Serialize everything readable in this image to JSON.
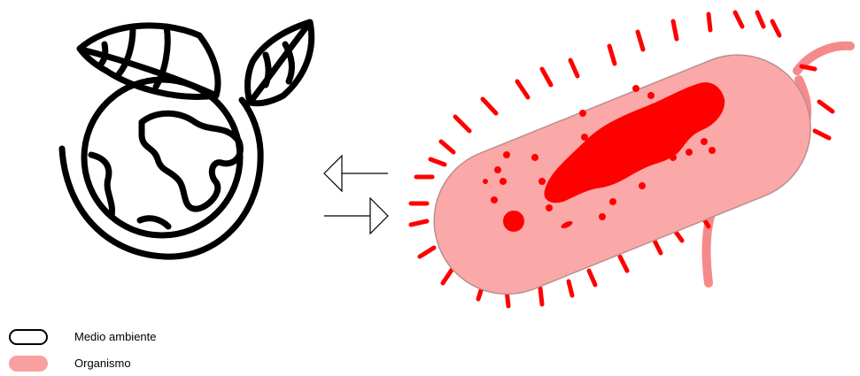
{
  "legend": {
    "items": [
      {
        "label": "Medio ambiente",
        "swatch": "outline",
        "color": "#000000"
      },
      {
        "label": "Organismo",
        "swatch": "fill",
        "color": "#f8a0a0"
      }
    ]
  },
  "colors": {
    "organism_body": "#fba8a8",
    "organism_dark": "#ff0000",
    "flagellum": "#f58a8a",
    "stroke": "#000000"
  },
  "icons": [
    "globe-with-leaves-icon",
    "arrow-left-icon",
    "arrow-right-icon",
    "bacterium-icon"
  ]
}
